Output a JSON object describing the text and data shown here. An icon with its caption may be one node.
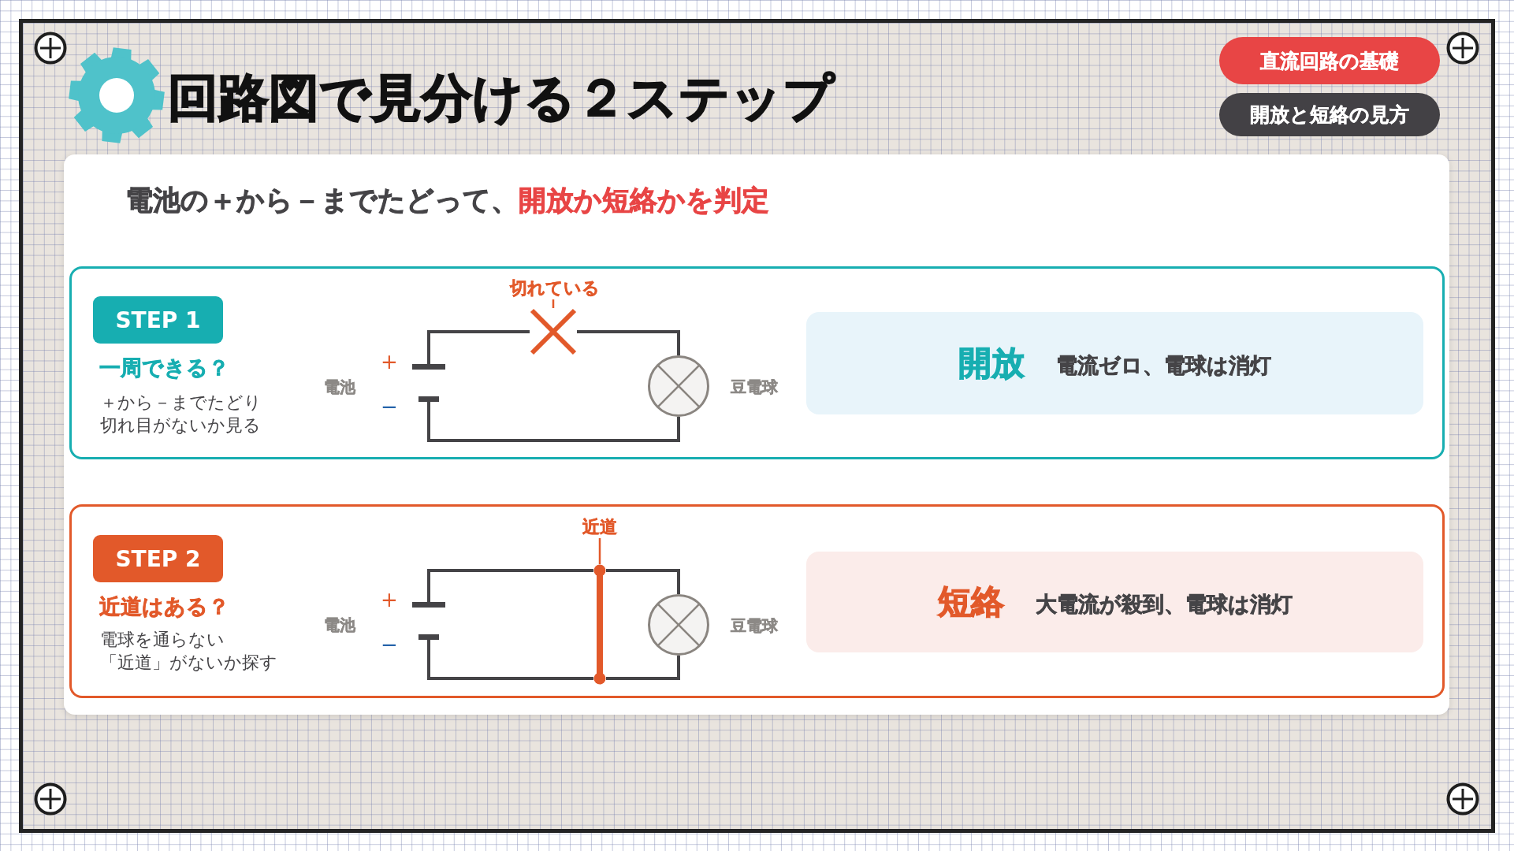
{
  "diagram": {
    "title": "回路図で見分ける２ステップ",
    "nodes": [
      {
        "text": [
          "直流回路の基礎"
        ]
      },
      {
        "text": [
          "開放と短絡の見方"
        ]
      },
      {
        "text": [
          "電池の＋から－までたどって、**開放か短絡かを判定**"
        ]
      },
      {
        "text": [
          "一周できる？",
          "＋から－までたどり切れ目がないか見る"
        ],
        "in": 2
      },
      {
        "text": [
          "STEP 1"
        ],
        "in": 3
      },
      {
        "text": [],
        "shape": "battery",
        "beside": [
          "電池",
          "+",
          "−"
        ],
        "in": 3
      },
      {
        "text": [
          "切れている"
        ],
        "in": 3
      },
      {
        "text": [],
        "shape": "cross",
        "in": 3
      },
      {
        "text": [],
        "shape": "lamp",
        "beside": [
          "豆電球"
        ],
        "in": 3
      },
      {
        "text": [
          "開放",
          "電流ゼロ、電球は消灯"
        ],
        "in": 3
      },
      {
        "text": [
          "近道はある？",
          "電球を通らない「近道」がないか探す"
        ],
        "in": 2
      },
      {
        "text": [
          "STEP 2"
        ],
        "in": 10
      },
      {
        "text": [],
        "shape": "battery",
        "beside": [
          "電池",
          "+",
          "−"
        ],
        "in": 10
      },
      {
        "text": [
          "近道"
        ],
        "in": 10
      },
      {
        "text": [],
        "shape": "bar",
        "in": 10
      },
      {
        "text": [],
        "shape": "lamp",
        "beside": [
          "豆電球"
        ],
        "in": 10
      },
      {
        "text": [
          "短絡",
          "大電流が殺到、電球は消灯"
        ],
        "in": 10
      }
    ],
    "edges": [
      {
        "from": 5,
        "to": 7,
        "arrow": "none"
      },
      {
        "from": 7,
        "to": 8,
        "arrow": "none"
      },
      {
        "from": 5,
        "to": 8,
        "arrow": "none"
      },
      {
        "from": 6,
        "to": 7,
        "arrow": "none",
        "color": "#e2592a"
      },
      {
        "from": 12,
        "to": 14,
        "arrow": "none"
      },
      {
        "from": 14,
        "to": 15,
        "arrow": "none"
      },
      {
        "from": 12,
        "to": 14,
        "arrow": "none"
      },
      {
        "from": 14,
        "to": 15,
        "arrow": "none"
      },
      {
        "from": 13,
        "to": 14,
        "arrow": "none",
        "color": "#e2592a"
      }
    ]
  }
}
